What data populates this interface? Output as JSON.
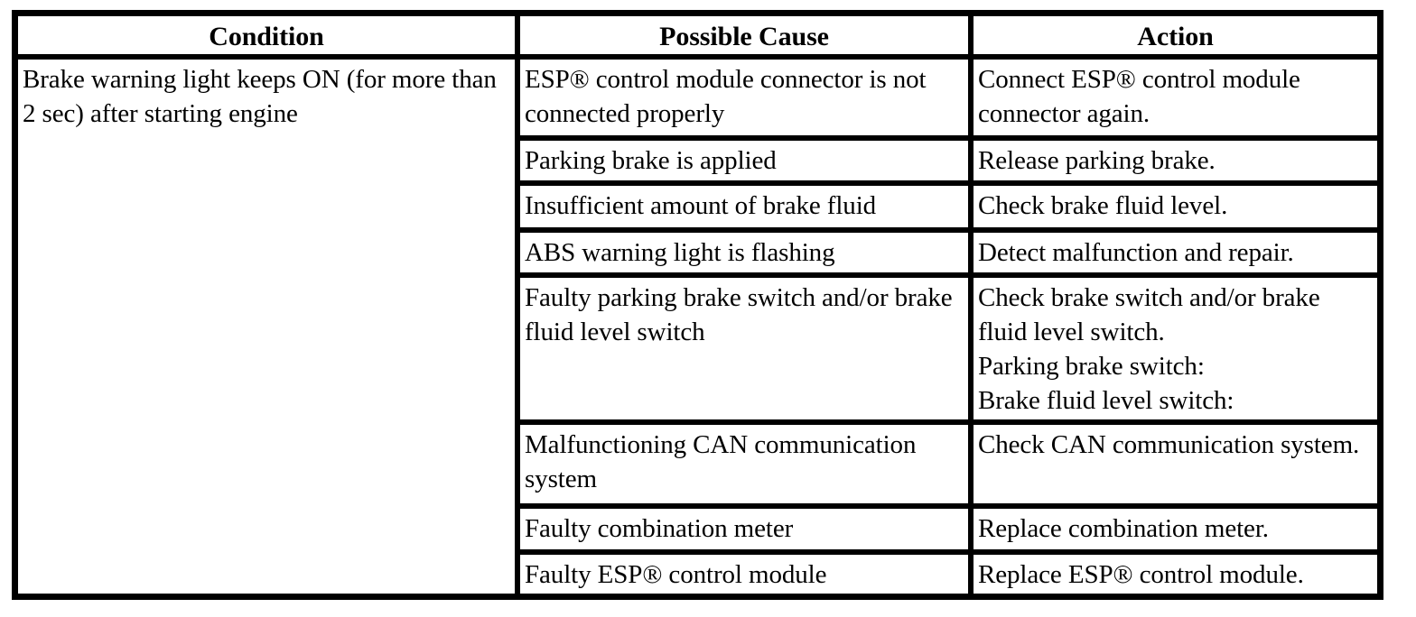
{
  "table": {
    "headers": [
      {
        "id": "condition",
        "label": "Condition"
      },
      {
        "id": "possible_cause",
        "label": "Possible Cause"
      },
      {
        "id": "action",
        "label": "Action"
      }
    ],
    "condition": "Brake warning light keeps ON (for more than 2 sec) after starting engine",
    "rows": [
      {
        "cause": "ESP® control module connector is not connected properly",
        "action": "Connect ESP® control module connector again."
      },
      {
        "cause": "Parking brake is applied",
        "action": "Release parking brake."
      },
      {
        "cause": "Insufficient amount of brake fluid",
        "action": "Check brake fluid level."
      },
      {
        "cause": "ABS warning light is flashing",
        "action": "Detect malfunction and repair."
      },
      {
        "cause": "Faulty parking brake switch and/or brake fluid level switch",
        "action": "Check brake switch and/or brake fluid level switch.\nParking brake switch:\nBrake fluid level switch:"
      },
      {
        "cause": "Malfunctioning CAN communication system",
        "action": "Check CAN communication system."
      },
      {
        "cause": "Faulty combination meter",
        "action": "Replace combination meter."
      },
      {
        "cause": "Faulty ESP® control module",
        "action": "Replace ESP® control module."
      }
    ]
  },
  "colors": {
    "border": "#000000",
    "background": "#ffffff",
    "text": "#000000"
  }
}
